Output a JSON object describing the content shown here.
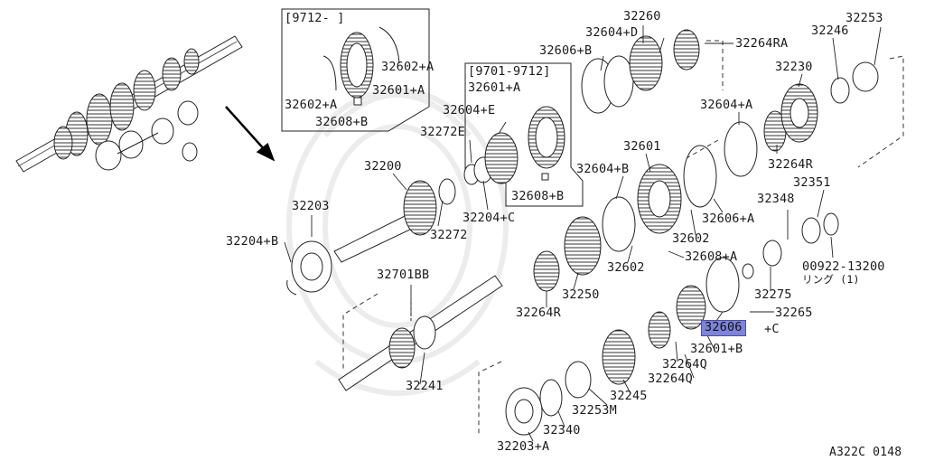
{
  "diagram_id": "A322C 0148",
  "highlight_color": "#7e84d8",
  "highlighted_part": "32606",
  "inset_notes": {
    "left_box": "[9712-       ]",
    "mid_box": "[9701-9712]"
  },
  "labels": {
    "p32260": "32260",
    "p32604D": "32604+D",
    "p32606B": "32606+B",
    "p32264RA": "32264RA",
    "p32253": "32253",
    "p32246": "32246",
    "p32230": "32230",
    "p32602A_r": "32602+A",
    "p32602A_l": "32602+A",
    "p32601A_box1": "32601+A",
    "p32608B_box1": "32608+B",
    "p32601A_box2": "32601+A",
    "p32604E": "32604+E",
    "p32272E": "32272E",
    "p32604A": "32604+A",
    "p32264R": "32264R",
    "p32601": "32601",
    "p32604B": "32604+B",
    "p32608B_box2": "32608+B",
    "p32200": "32200",
    "p32204C": "32204+C",
    "p32272": "32272",
    "p32203": "32203",
    "p32204B": "32204+B",
    "p32606A": "32606+A",
    "p32348": "32348",
    "p32351": "32351",
    "p32602_a": "32602",
    "p32602_b": "32602",
    "p32608A": "32608+A",
    "p00922": "00922-13200",
    "p_ring": "リング (1)",
    "p32701BB": "32701BB",
    "p32250": "32250",
    "p32275": "32275",
    "p32264R_2": "32264R",
    "p32265": "32265",
    "p32606C_suffix": "+C",
    "p32601B": "32601+B",
    "p32264Q_a": "32264Q",
    "p32264Q_b": "32264Q",
    "p32241": "32241",
    "p32245": "32245",
    "p32253M": "32253M",
    "p32340": "32340",
    "p32203A": "32203+A"
  }
}
